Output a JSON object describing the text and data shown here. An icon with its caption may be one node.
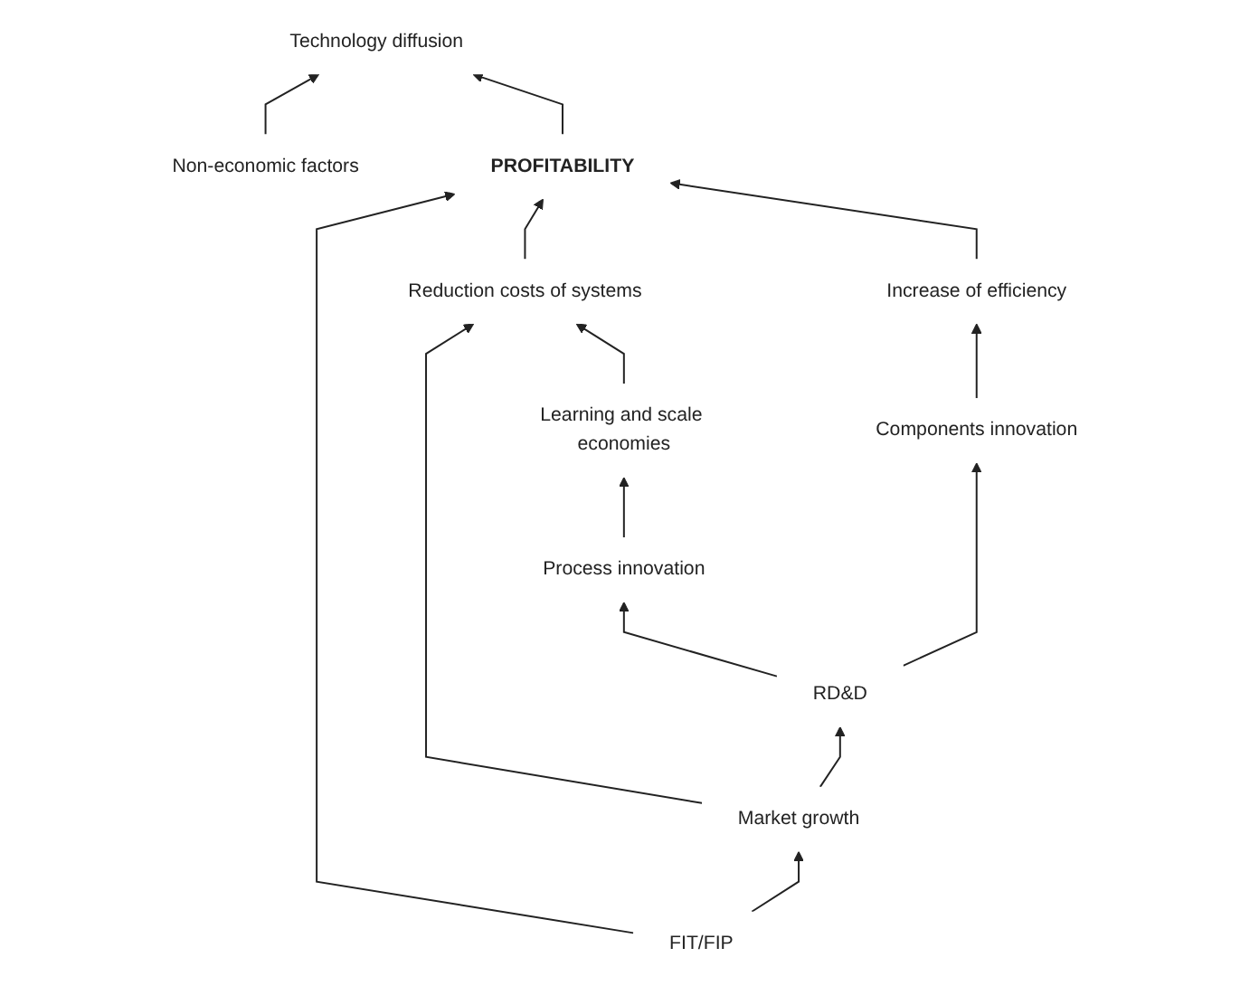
{
  "diagram": {
    "nodes": [
      {
        "text": [
          "Technology diffusion"
        ]
      },
      {
        "text": [
          "Non-economic factors"
        ]
      },
      {
        "text": [
          "FIT/FIP"
        ]
      },
      {
        "text": [
          "PROFITABILITY"
        ]
      },
      {
        "text": [
          "Reduction costs of systems"
        ]
      },
      {
        "text": [
          "Learning and scale economies"
        ]
      },
      {
        "text": [
          "Increase of efficiency"
        ]
      },
      {
        "text": [
          "Process innovation"
        ]
      },
      {
        "text": [
          "Components innovation"
        ]
      },
      {
        "text": [
          "RD&D"
        ]
      },
      {
        "text": [
          "Market growth"
        ]
      }
    ],
    "edges": [
      {
        "from": 3,
        "to": 0,
        "arrow": "to"
      },
      {
        "from": 1,
        "to": 0,
        "arrow": "to"
      },
      {
        "from": 2,
        "to": 3,
        "arrow": "to"
      },
      {
        "from": 4,
        "to": 3,
        "arrow": "to"
      },
      {
        "from": 6,
        "to": 3,
        "arrow": "to"
      },
      {
        "from": 5,
        "to": 4,
        "arrow": "to"
      },
      {
        "from": 10,
        "to": 4,
        "arrow": "to"
      },
      {
        "from": 7,
        "to": 5,
        "arrow": "to"
      },
      {
        "from": 8,
        "to": 6,
        "arrow": "to"
      },
      {
        "from": 9,
        "to": 7,
        "arrow": "to"
      },
      {
        "from": 9,
        "to": 8,
        "arrow": "to"
      },
      {
        "from": 10,
        "to": 9,
        "arrow": "to"
      },
      {
        "from": 2,
        "to": 10,
        "arrow": "to"
      }
    ]
  }
}
